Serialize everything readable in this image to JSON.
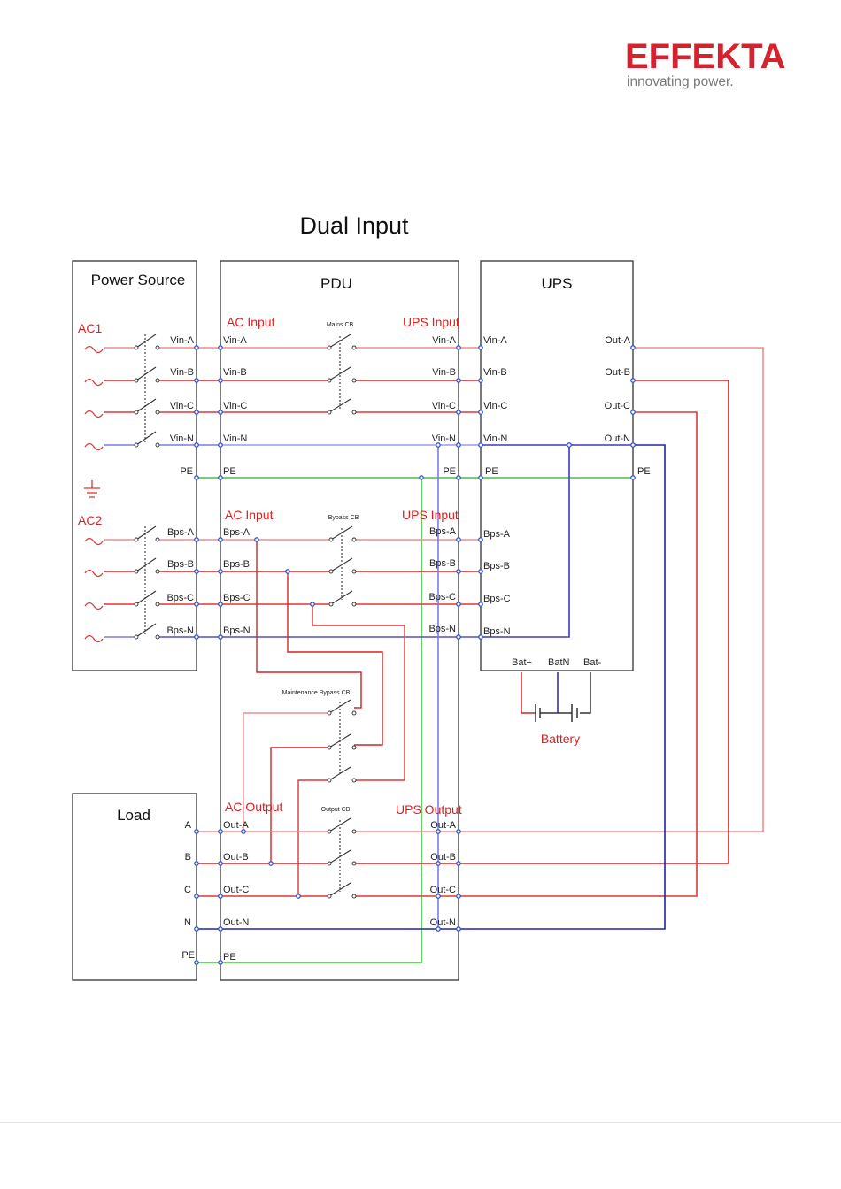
{
  "logo": {
    "brand": "EFFEKTA",
    "tagline": "innovating power."
  },
  "title": "Dual Input",
  "boxes": {
    "power_source": "Power Source",
    "pdu": "PDU",
    "ups": "UPS",
    "load": "Load"
  },
  "sources": {
    "ac1": "AC1",
    "ac2": "AC2"
  },
  "sections": {
    "ac_input": "AC Input",
    "ups_input": "UPS Input",
    "ac_output": "AC Output",
    "ups_output": "UPS Output",
    "battery": "Battery"
  },
  "breakers": {
    "mains": "Mains CB",
    "bypass": "Bypass CB",
    "maintenance": "Maintenance Bypass CB",
    "output": "Output CB"
  },
  "terminals": {
    "vin": [
      "Vin-A",
      "Vin-B",
      "Vin-C",
      "Vin-N"
    ],
    "pe": "PE",
    "bps": [
      "Bps-A",
      "Bps-B",
      "Bps-C",
      "Bps-N"
    ],
    "ups_out": [
      "Out-A",
      "Out-B",
      "Out-C",
      "Out-N"
    ],
    "battery": [
      "Bat+",
      "BatN",
      "Bat-"
    ],
    "load": [
      "A",
      "B",
      "C",
      "N",
      "PE"
    ],
    "pdu_out": [
      "Out-A",
      "Out-B",
      "Out-C",
      "Out-N"
    ]
  },
  "colors": {
    "phase_a": "#f08c8c",
    "phase_b": "#d42424",
    "phase_c": "#e03636",
    "neutral_in": "#7b7bea",
    "neutral": "#2222aa",
    "pe": "#33cc33",
    "box": "#333333",
    "node": "#3355cc"
  }
}
